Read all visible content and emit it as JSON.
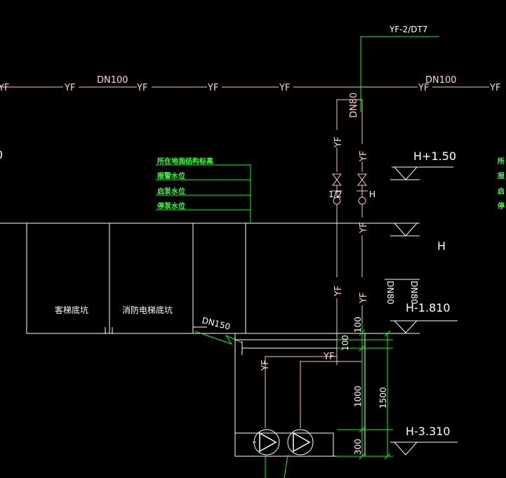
{
  "drawing": {
    "top_label": "YF-2/DT7",
    "pipe_size_main_left": "DN100",
    "pipe_size_main_right": "DN100",
    "pipe_code": "YF",
    "pipe_size_riser": "DN80",
    "pipe_size_riser_2": "DN80",
    "pipe_size_outlet": "DN150",
    "left_edge_glyph": "0",
    "elevations": {
      "top": "H+1.50",
      "ground": "H",
      "pit_bottom": "H-1.810",
      "sump_bottom": "H-3.310"
    },
    "level_labels": [
      "所在地面结构标高",
      "报警水位",
      "启泵水位",
      "停泵水位"
    ],
    "right_edge_labels": [
      "所",
      "报",
      "启",
      "停"
    ],
    "pits": {
      "passenger": "客梯底坑",
      "fire": "消防电梯底坑"
    },
    "dimensions": {
      "d100a": "100",
      "d100b": "100",
      "d1000": "1000",
      "d1500": "1500",
      "d300": "300"
    },
    "valve_marks": {
      "left": "1/2",
      "right": "H"
    },
    "colors": {
      "background": "#000000",
      "pipe": "#ffc8b4",
      "annotation": "#00ff00",
      "structure": "#ffffff"
    }
  }
}
